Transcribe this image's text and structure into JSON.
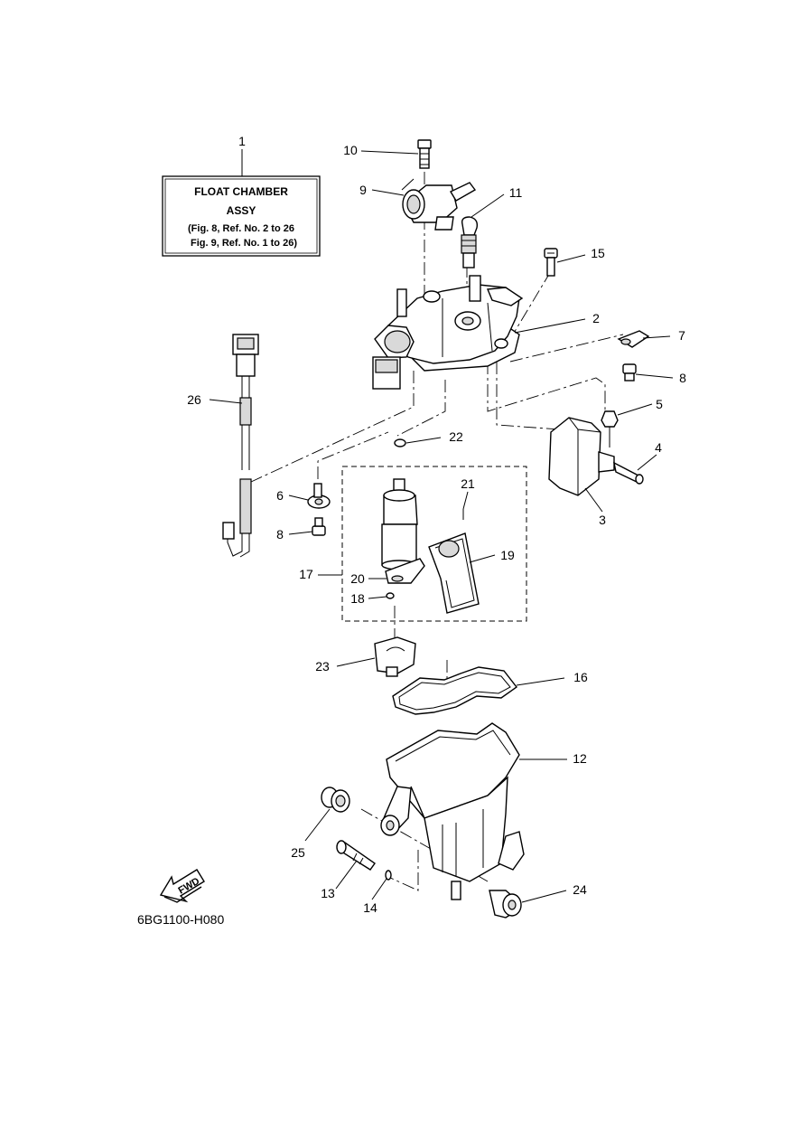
{
  "info_box": {
    "title": "FLOAT CHAMBER",
    "subtitle": "ASSY",
    "ref_1": "(Fig. 8, Ref. No. 2 to 26",
    "ref_2": "Fig. 9, Ref. No. 1 to 26)"
  },
  "callouts": [
    "1",
    "2",
    "3",
    "4",
    "5",
    "6",
    "7",
    "8",
    "8",
    "9",
    "10",
    "11",
    "12",
    "13",
    "14",
    "15",
    "16",
    "17",
    "18",
    "19",
    "20",
    "21",
    "22",
    "23",
    "24",
    "25",
    "26"
  ],
  "fwd_label": "FWD",
  "drawing_code": "6BG1100-H080"
}
